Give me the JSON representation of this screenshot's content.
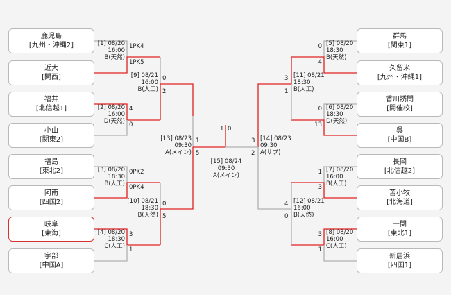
{
  "teams": {
    "L1": {
      "name": "鹿児島",
      "region": "[九州・沖縄2]"
    },
    "L2": {
      "name": "近大",
      "region": "[関西]"
    },
    "L3": {
      "name": "福井",
      "region": "[北信越1]"
    },
    "L4": {
      "name": "小山",
      "region": "[関東2]"
    },
    "L5": {
      "name": "福島",
      "region": "[東北2]"
    },
    "L6": {
      "name": "阿南",
      "region": "[四国2]"
    },
    "L7": {
      "name": "岐阜",
      "region": "[東海]"
    },
    "L8": {
      "name": "宇部",
      "region": "[中国A]"
    },
    "R1": {
      "name": "群馬",
      "region": "[関東1]"
    },
    "R2": {
      "name": "久留米",
      "region": "[九州・沖縄1]"
    },
    "R3": {
      "name": "香川誘聞",
      "region": "[開催校]"
    },
    "R4": {
      "name": "呉",
      "region": "[中国B]"
    },
    "R5": {
      "name": "長岡",
      "region": "[北信越2]"
    },
    "R6": {
      "name": "苫小牧",
      "region": "[北海道]"
    },
    "R7": {
      "name": "一関",
      "region": "[東北1]"
    },
    "R8": {
      "name": "新居浜",
      "region": "[四国1]"
    }
  },
  "games": {
    "g1": {
      "id": "[1] 08/20",
      "time": "16:00",
      "venue": "B(天然)"
    },
    "g2": {
      "id": "[2] 08/20",
      "time": "16:00",
      "venue": "D(天然)"
    },
    "g3": {
      "id": "[3] 08/20",
      "time": "18:30",
      "venue": "B(人工)"
    },
    "g4": {
      "id": "[4] 08/20",
      "time": "18:30",
      "venue": "C(人工)"
    },
    "g5": {
      "id": "[5] 08/20",
      "time": "18:30",
      "venue": "B(天然)"
    },
    "g6": {
      "id": "[6] 08/20",
      "time": "18:30",
      "venue": "D(天然)"
    },
    "g7": {
      "id": "[7] 08/20",
      "time": "16:00",
      "venue": "B(人工)"
    },
    "g8": {
      "id": "[8] 08/20",
      "time": "16:00",
      "venue": "C(人工)"
    },
    "g9": {
      "id": "[9] 08/21",
      "time": "16:00",
      "venue": "B(人工)"
    },
    "g10": {
      "id": "[10] 08/21",
      "time": "18:30",
      "venue": "B(天然)"
    },
    "g11": {
      "id": "[11] 08/21",
      "time": "18:30",
      "venue": "B(人工)"
    },
    "g12": {
      "id": "[12] 08/21",
      "time": "16:00",
      "venue": "B(天然)"
    },
    "g13": {
      "id": "[13] 08/23",
      "time": "09:30",
      "venue": "A(メイン)"
    },
    "g14": {
      "id": "[14] 08/23",
      "time": "09:30",
      "venue": "A(サブ)"
    },
    "g15": {
      "id": "[15] 08/24",
      "time": "09:30",
      "venue": "A(メイン)"
    }
  },
  "scores": {
    "s1a": "1PK4",
    "s1b": "1PK5",
    "s2a": "4",
    "s2b": "0",
    "s3a": "0PK2",
    "s3b": "0PK4",
    "s4a": "3",
    "s4b": "1",
    "s9a": "0",
    "s9b": "2",
    "s10a": "0",
    "s10b": "5",
    "s13a": "1",
    "s13b": "5",
    "s15a": "1",
    "s15b": "0",
    "s14a": "3",
    "s14b": "2",
    "s11a": "3",
    "s11b": "1",
    "s12a": "4",
    "s12b": "0",
    "s5a": "0",
    "s5b": "4",
    "s6a": "0",
    "s6b": "13",
    "s7a": "1",
    "s7b": "3",
    "s8a": "3",
    "s8b": "1"
  },
  "colors": {
    "win": "#e02020",
    "lose": "#b0b0b0",
    "border": "#b9b9b9",
    "highlight": "#d93030"
  }
}
